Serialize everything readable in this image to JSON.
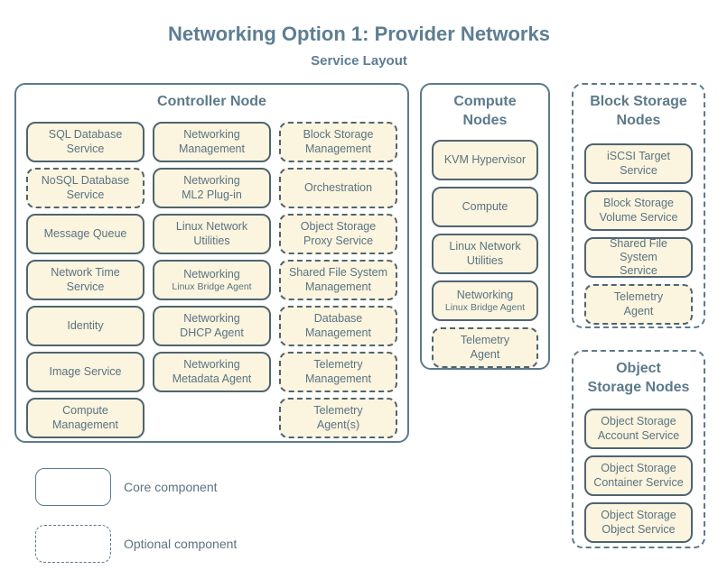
{
  "title": "Networking Option 1: Provider Networks",
  "subtitle": "Service Layout",
  "colors": {
    "bg": "#ffffff",
    "slate": "#5c7a8a",
    "title-color": "#5d7e93",
    "node-border": "#4f6470",
    "node-text": "#5a7382",
    "node-fill": "#fbf4de"
  },
  "controller": {
    "title_lines": [
      "Controller Node"
    ],
    "nodes": [
      {
        "label": "SQL Database\nService",
        "type": "core"
      },
      {
        "label": "Networking\nManagement",
        "type": "core"
      },
      {
        "label": "Block Storage\nManagement",
        "type": "optional"
      },
      {
        "label": "NoSQL Database\nService",
        "type": "optional"
      },
      {
        "label": "Networking\nML2 Plug-in",
        "type": "core"
      },
      {
        "label": "Orchestration",
        "type": "optional"
      },
      {
        "label": "Message Queue",
        "type": "core"
      },
      {
        "label": "Linux Network\nUtilities",
        "type": "core"
      },
      {
        "label": "Object Storage\nProxy Service",
        "type": "optional"
      },
      {
        "label": "Network Time\nService",
        "type": "core"
      },
      {
        "label": "Networking",
        "sub": "Linux Bridge Agent",
        "type": "core"
      },
      {
        "label": "Shared File System\nManagement",
        "type": "optional"
      },
      {
        "label": "Identity",
        "type": "core"
      },
      {
        "label": "Networking\nDHCP Agent",
        "type": "core"
      },
      {
        "label": "Database\nManagement",
        "type": "optional"
      },
      {
        "label": "Image Service",
        "type": "core"
      },
      {
        "label": "Networking\nMetadata Agent",
        "type": "core"
      },
      {
        "label": "Telemetry\nManagement",
        "type": "optional"
      },
      {
        "label": "Compute\nManagement",
        "type": "core"
      },
      {
        "type": "spacer"
      },
      {
        "label": "Telemetry\nAgent(s)",
        "type": "optional"
      }
    ]
  },
  "compute": {
    "title_lines": [
      "Compute",
      "Nodes"
    ],
    "nodes": [
      {
        "label": "KVM Hypervisor",
        "type": "core"
      },
      {
        "label": "Compute",
        "type": "core"
      },
      {
        "label": "Linux Network\nUtilities",
        "type": "core"
      },
      {
        "label": "Networking",
        "sub": "Linux Bridge Agent",
        "type": "core"
      },
      {
        "label": "Telemetry\nAgent",
        "type": "optional"
      }
    ]
  },
  "block_storage": {
    "title_lines": [
      "Block Storage",
      "Nodes"
    ],
    "nodes": [
      {
        "label": "iSCSI Target\nService",
        "type": "core"
      },
      {
        "label": "Block Storage\nVolume Service",
        "type": "core"
      },
      {
        "label": "Shared File System\nService",
        "type": "core"
      },
      {
        "label": "Telemetry\nAgent",
        "type": "optional"
      }
    ]
  },
  "object_storage": {
    "title_lines": [
      "Object",
      "Storage Nodes"
    ],
    "nodes": [
      {
        "label": "Object Storage\nAccount Service",
        "type": "core"
      },
      {
        "label": "Object Storage\nContainer Service",
        "type": "core"
      },
      {
        "label": "Object Storage\nObject Service",
        "type": "core"
      }
    ]
  },
  "legend": {
    "core_label": "Core component",
    "optional_label": "Optional component"
  }
}
